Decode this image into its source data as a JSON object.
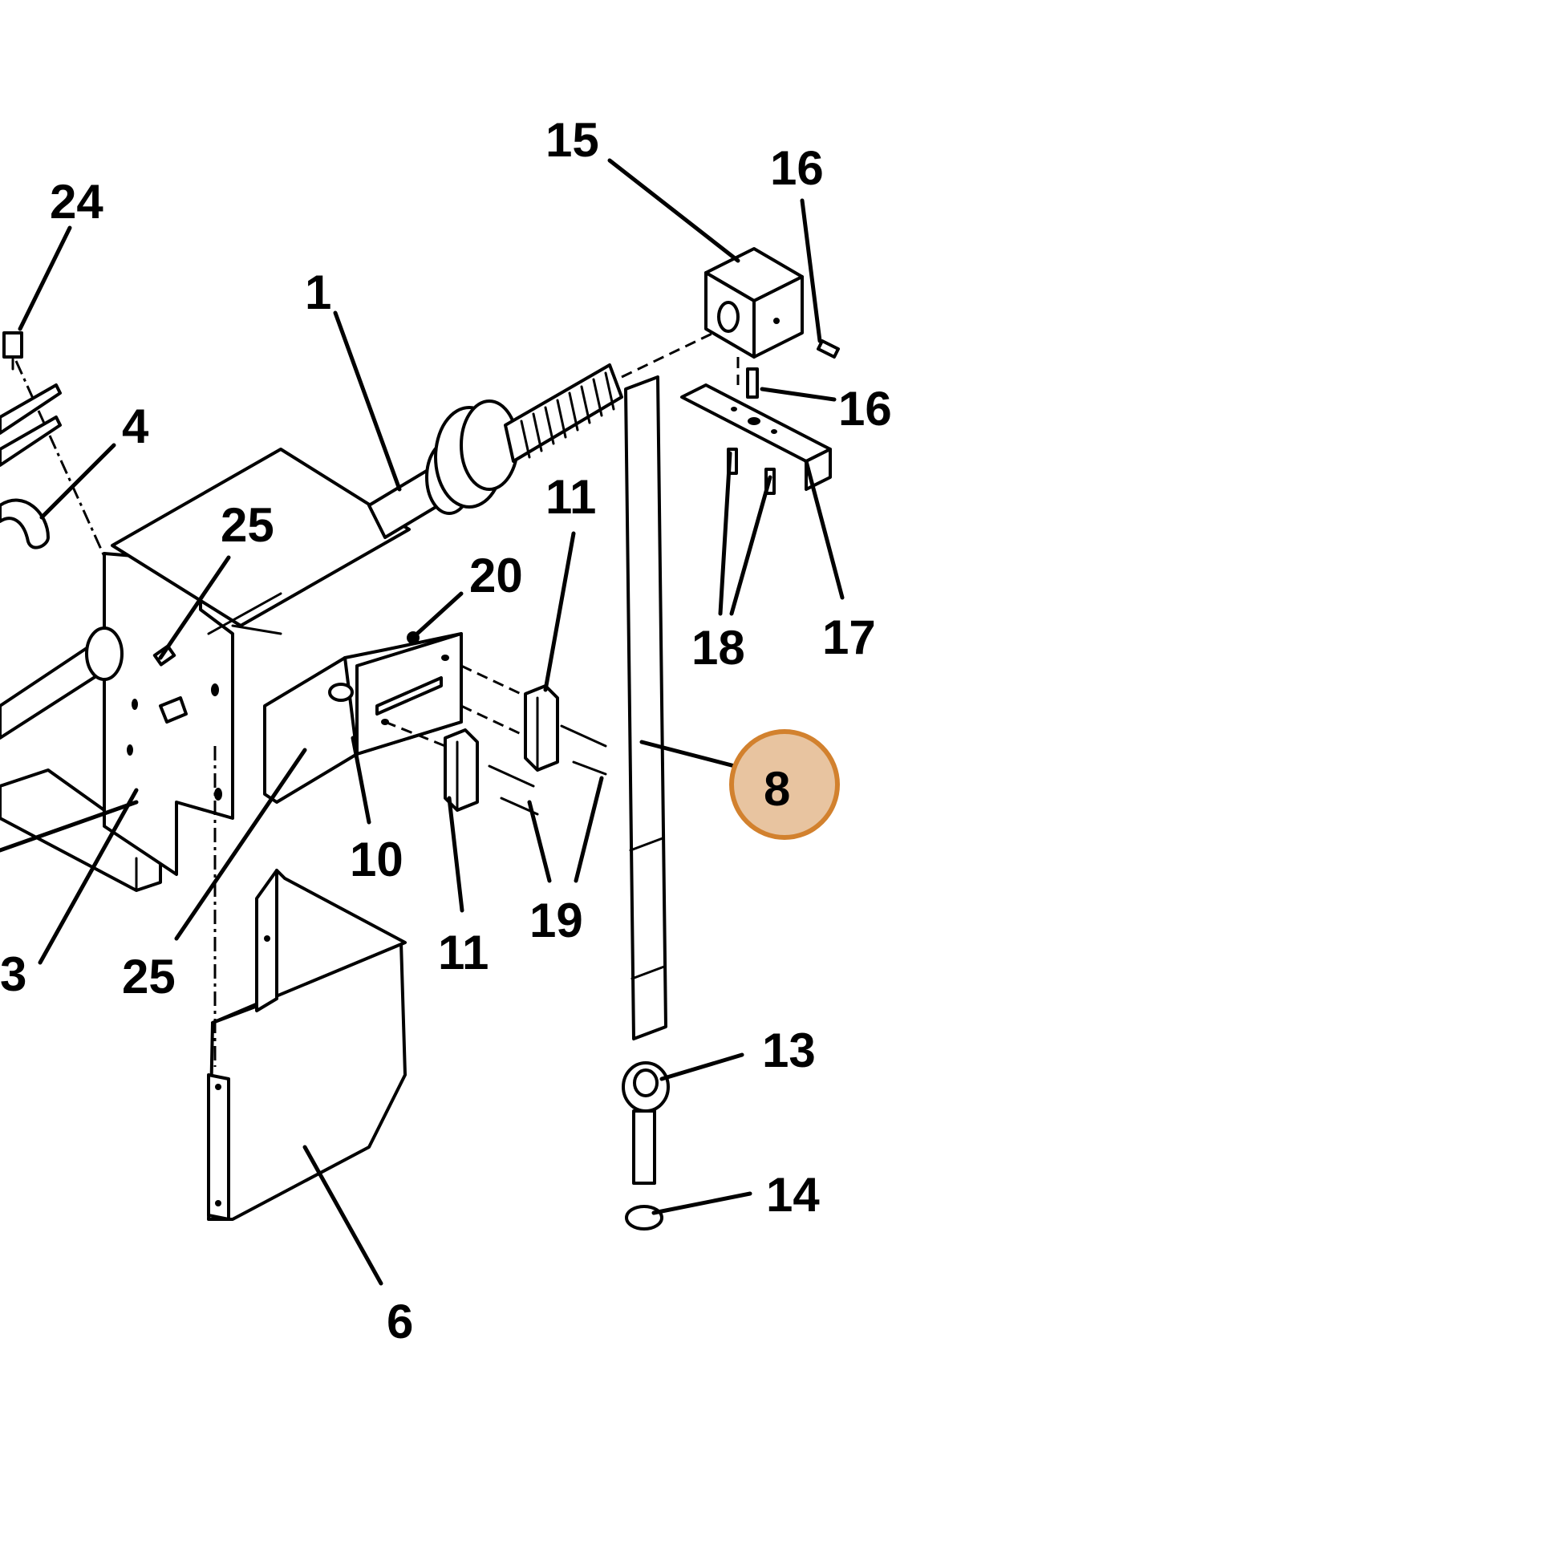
{
  "highlight": {
    "fill": "#e8c4a0",
    "stroke": "#d2812e",
    "label": "8"
  },
  "callouts": {
    "c1": "1",
    "c3": "3",
    "c4": "4",
    "c6": "6",
    "c8": "8",
    "c10": "10",
    "c11a": "11",
    "c11b": "11",
    "c13": "13",
    "c14": "14",
    "c15": "15",
    "c16a": "16",
    "c16b": "16",
    "c17": "17",
    "c18": "18",
    "c19": "19",
    "c20": "20",
    "c24": "24",
    "c25a": "25",
    "c25b": "25"
  }
}
